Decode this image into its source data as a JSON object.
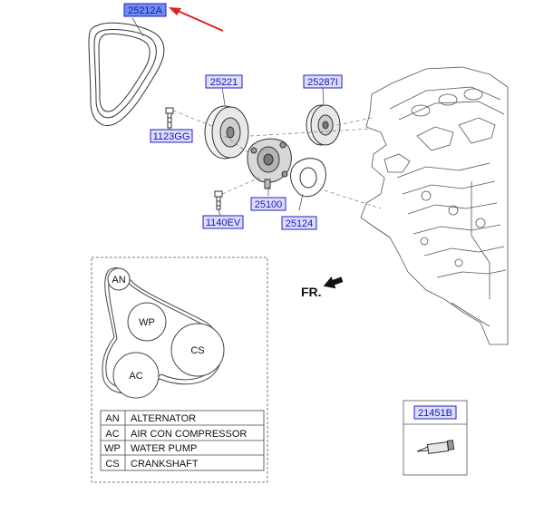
{
  "parts": {
    "belt": "25212A",
    "pulley_upper": "25221",
    "idler_pulley": "25287I",
    "bolt_upper": "1123GG",
    "water_pump": "25100",
    "gasket": "25124",
    "bolt_lower": "1140EV",
    "sealant": "21451B"
  },
  "belt_routing": {
    "circles": {
      "an": "AN",
      "wp": "WP",
      "cs": "CS",
      "ac": "AC"
    },
    "legend": [
      {
        "code": "AN",
        "name": "ALTERNATOR"
      },
      {
        "code": "AC",
        "name": "AIR CON COMPRESSOR"
      },
      {
        "code": "WP",
        "name": "WATER PUMP"
      },
      {
        "code": "CS",
        "name": "CRANKSHAFT"
      }
    ]
  },
  "direction_label": "FR.",
  "colors": {
    "callout_fill": "#dcdcff",
    "callout_border": "#2020c0",
    "callout_text": "#1a1aa6",
    "highlight_fill": "#6f8df0",
    "arrow": "#e0201e",
    "line": "#555555"
  },
  "icons": {
    "pointer": "red-arrow-icon",
    "front": "front-arrow-icon"
  }
}
